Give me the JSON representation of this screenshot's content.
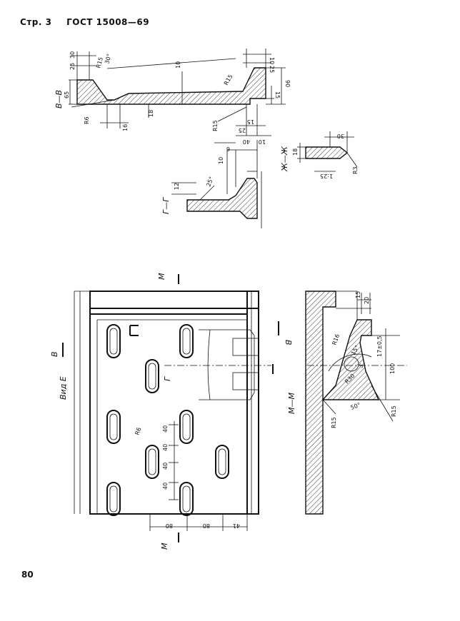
{
  "header": {
    "page": "Стр. 3",
    "standard": "ГОСТ 15008—69"
  },
  "page_number": "80",
  "section_labels": {
    "vv": "В—В",
    "gg": "Г—Г",
    "zhzh": "Ж—Ж",
    "mm": "М—М",
    "view_e": "Вид Е",
    "cut_b1": "В",
    "cut_b2": "В",
    "cut_g": "Г",
    "cut_m1": "М",
    "cut_m2": "М"
  },
  "dims_vv": [
    "30",
    "25",
    "R15",
    "30°",
    "10",
    "10",
    "25",
    "65",
    "R6",
    "16",
    "18",
    "R15",
    "15",
    "90",
    "R15",
    "25",
    "15"
  ],
  "dims_gg": [
    "10",
    "40",
    "6",
    "10",
    "12",
    "25°"
  ],
  "dims_zhzh": [
    "30",
    "18",
    "R3",
    "1:25"
  ],
  "dims_mm": [
    "15",
    "20",
    "R16",
    "15°",
    "17±0,5",
    "5",
    "100",
    "R30",
    "R15",
    "R15",
    "50°"
  ],
  "dims_view": [
    "R6",
    "40",
    "40",
    "40",
    "40",
    "80",
    "80",
    "41"
  ]
}
